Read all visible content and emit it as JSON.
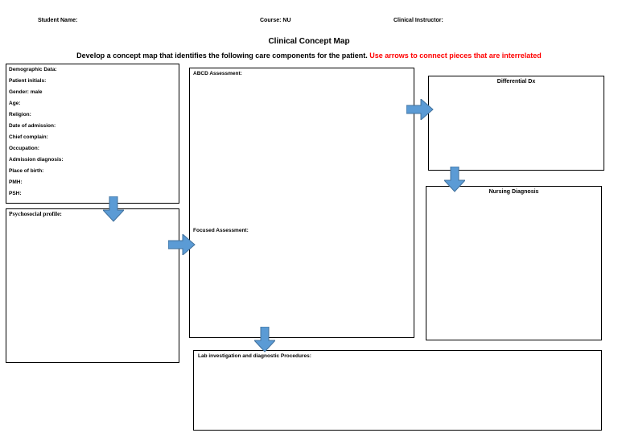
{
  "header": {
    "student_name": "Student Name:",
    "course": "Course: NU",
    "clinical_instructor": "Clinical Instructor:"
  },
  "title": "Clinical Concept Map",
  "subtitle": {
    "black": "Develop a concept map that identifies the following care components for the patient.",
    "red": "Use arrows to connect pieces that are interrelated"
  },
  "demographic": {
    "fields": [
      "Demographic Data:",
      "Patient initials:",
      "Gender: male",
      "Age:",
      "Religion:",
      "Date of admission:",
      "Chief complain:",
      "Occupation:",
      "Admission diagnosis:",
      "Place of birth:",
      "PMH:",
      "PSH:"
    ]
  },
  "psychosocial": {
    "label": "Psychosocial profile:"
  },
  "assessment": {
    "abcd_label": "ABCD Assessment:",
    "focused_label": "Focused Assessment:"
  },
  "differential": {
    "label": "Differential Dx"
  },
  "nursing": {
    "label": "Nursing Diagnosis"
  },
  "lab": {
    "label": "Lab investigation and diagnostic Procedures:"
  },
  "colors": {
    "arrow_fill": "#5b9bd5",
    "arrow_stroke": "#41719c",
    "accent_red": "#ff0000"
  },
  "arrows": [
    {
      "name": "arrow-down-demo-to-psychosocial",
      "direction": "down"
    },
    {
      "name": "arrow-right-psychosocial-to-assessment",
      "direction": "right"
    },
    {
      "name": "arrow-right-assessment-to-differential",
      "direction": "right"
    },
    {
      "name": "arrow-down-differential-to-nursing",
      "direction": "down"
    },
    {
      "name": "arrow-down-assessment-to-lab",
      "direction": "down"
    }
  ]
}
